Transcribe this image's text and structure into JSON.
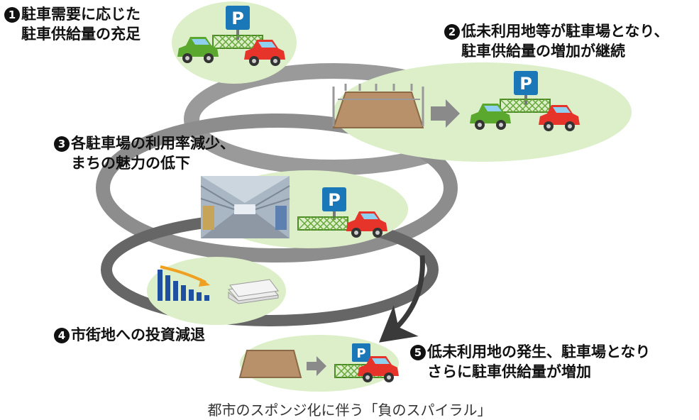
{
  "steps": [
    {
      "num": "1",
      "lines": [
        "駐車需要に応じた",
        "駐車供給量の充足"
      ]
    },
    {
      "num": "2",
      "lines": [
        "低未利用地等が駐車場となり、",
        "駐車供給量の増加が継続"
      ]
    },
    {
      "num": "3",
      "lines": [
        "各駐車場の利用率減少、",
        "まちの魅力の低下"
      ]
    },
    {
      "num": "4",
      "lines": [
        "市街地への投資減退"
      ]
    },
    {
      "num": "5",
      "lines": [
        "低未利用地の発生、駐車場となり",
        "さらに駐車供給量が増加"
      ]
    }
  ],
  "parking_sign": "P",
  "caption": "都市のスポンジ化に伴う「負のスパイラル」",
  "colors": {
    "bubble": "#dcefc8",
    "spiral": "#8f8f8f",
    "spiral_dark": "#4a4a4a",
    "car_red": "#e6342a",
    "car_green": "#5aa82e",
    "sign_blue": "#1a78b8",
    "fence": "#67a83a",
    "soil": "#b8916a"
  }
}
